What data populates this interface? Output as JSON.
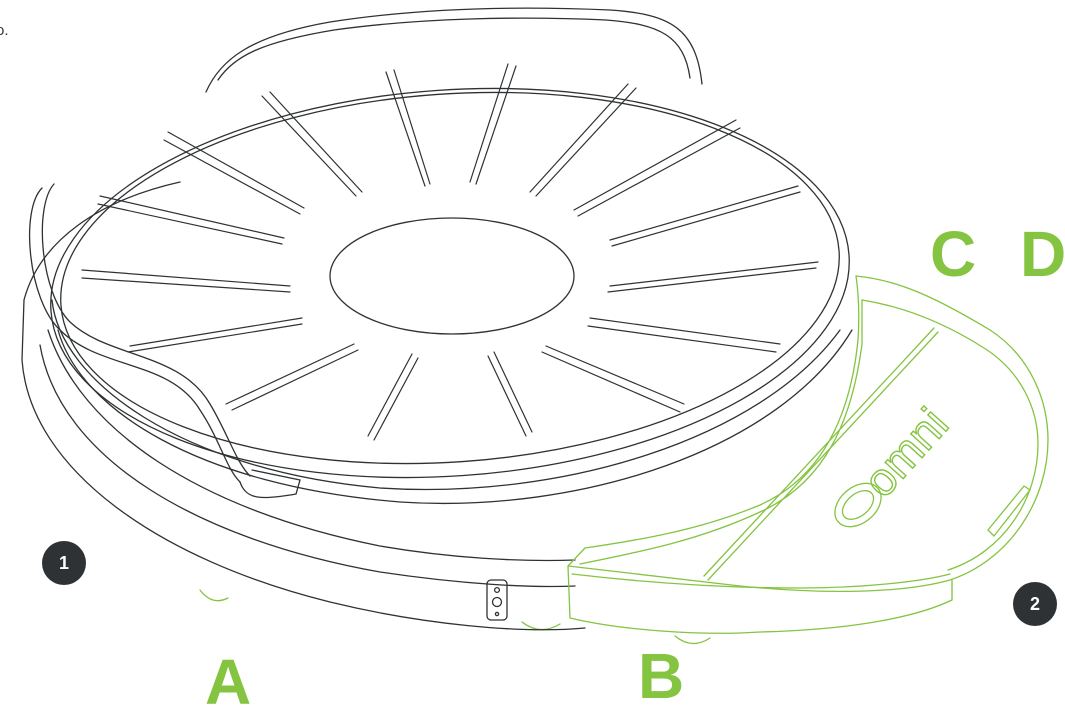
{
  "stray_text": "o.",
  "parts": {
    "a": "A",
    "b": "B",
    "c": "C",
    "d": "D"
  },
  "steps": {
    "one": "1",
    "two": "2"
  },
  "logo": "omni",
  "colors": {
    "accent_green": "#84c441",
    "line_dark": "#2f3234",
    "badge": "#2f3234"
  }
}
